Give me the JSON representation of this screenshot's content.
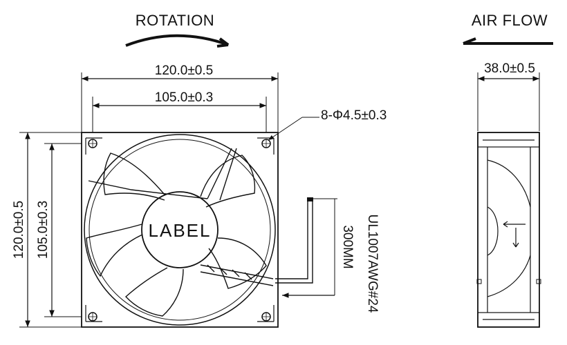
{
  "rotation_label": "ROTATION",
  "airflow_label": "AIR FLOW",
  "dims": {
    "outer_width": "120.0±0.5",
    "hole_pitch_width": "105.0±0.3",
    "outer_height": "120.0±0.5",
    "hole_pitch_height": "105.0±0.3",
    "thickness": "38.0±0.5",
    "mount_holes": "8-Φ4.5±0.3"
  },
  "center_label": "LABEL",
  "lead_wire": {
    "length": "300MM",
    "spec": "UL1007AWG#24"
  }
}
